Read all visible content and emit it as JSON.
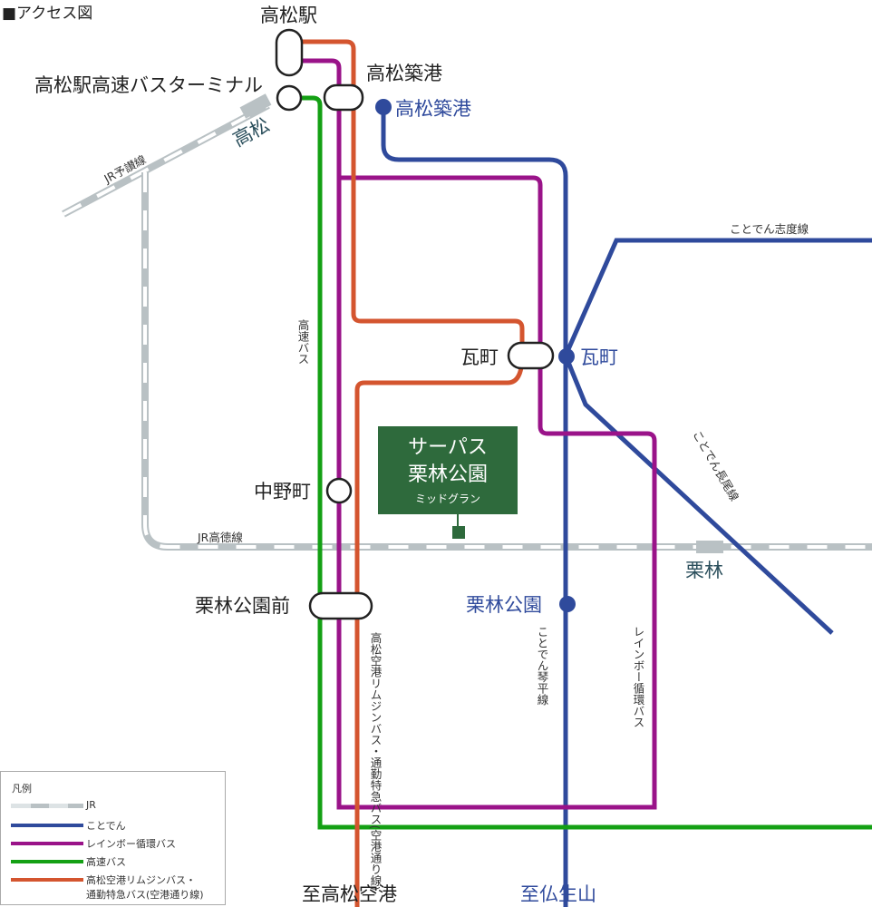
{
  "title": "■アクセス図",
  "colors": {
    "kotoden": "#2f4a9c",
    "rainbow": "#9a1389",
    "express": "#14a014",
    "airport": "#d4552f",
    "jr": "#b9c1c4",
    "property": "#2e6a3c"
  },
  "stations": {
    "takamatsu_eki": "高松駅",
    "bus_terminal": "高松駅高速バスターミナル",
    "chikko_bus": "高松築港",
    "chikko_kotoden": "高松築港",
    "jr_takamatsu": "高松",
    "kawaramachi_bus": "瓦町",
    "kawaramachi_kotoden": "瓦町",
    "nakanomachi": "中野町",
    "ritsurin_koen_mae": "栗林公園前",
    "ritsurin_koen": "栗林公園",
    "jr_ritsurin": "栗林"
  },
  "lines": {
    "jr_yosan": "JR予讃線",
    "jr_kotoku": "JR高徳線",
    "kotoden_shido": "ことでん志度線",
    "kotoden_nagao": "ことでん長尾線",
    "kotoden_kotohira": "ことでん琴平線",
    "express_bus": "高速バス",
    "rainbow_bus": "レインボー循環バス",
    "airport_bus": "高松空港リムジンバス・通勤特急バス(空港通り線)"
  },
  "destinations": {
    "airport": "至高松空港",
    "busshozan": "至仏生山"
  },
  "property": {
    "line1": "サーパス",
    "line2": "栗林公園",
    "line3": "ミッドグラン"
  },
  "legend": {
    "title": "凡例",
    "items": [
      {
        "label": "JR"
      },
      {
        "label": "ことでん"
      },
      {
        "label": "レインボー循環バス"
      },
      {
        "label": "高速バス"
      },
      {
        "label": "高松空港リムジンバス・",
        "label2": "通勤特急バス(空港通り線)"
      }
    ]
  }
}
